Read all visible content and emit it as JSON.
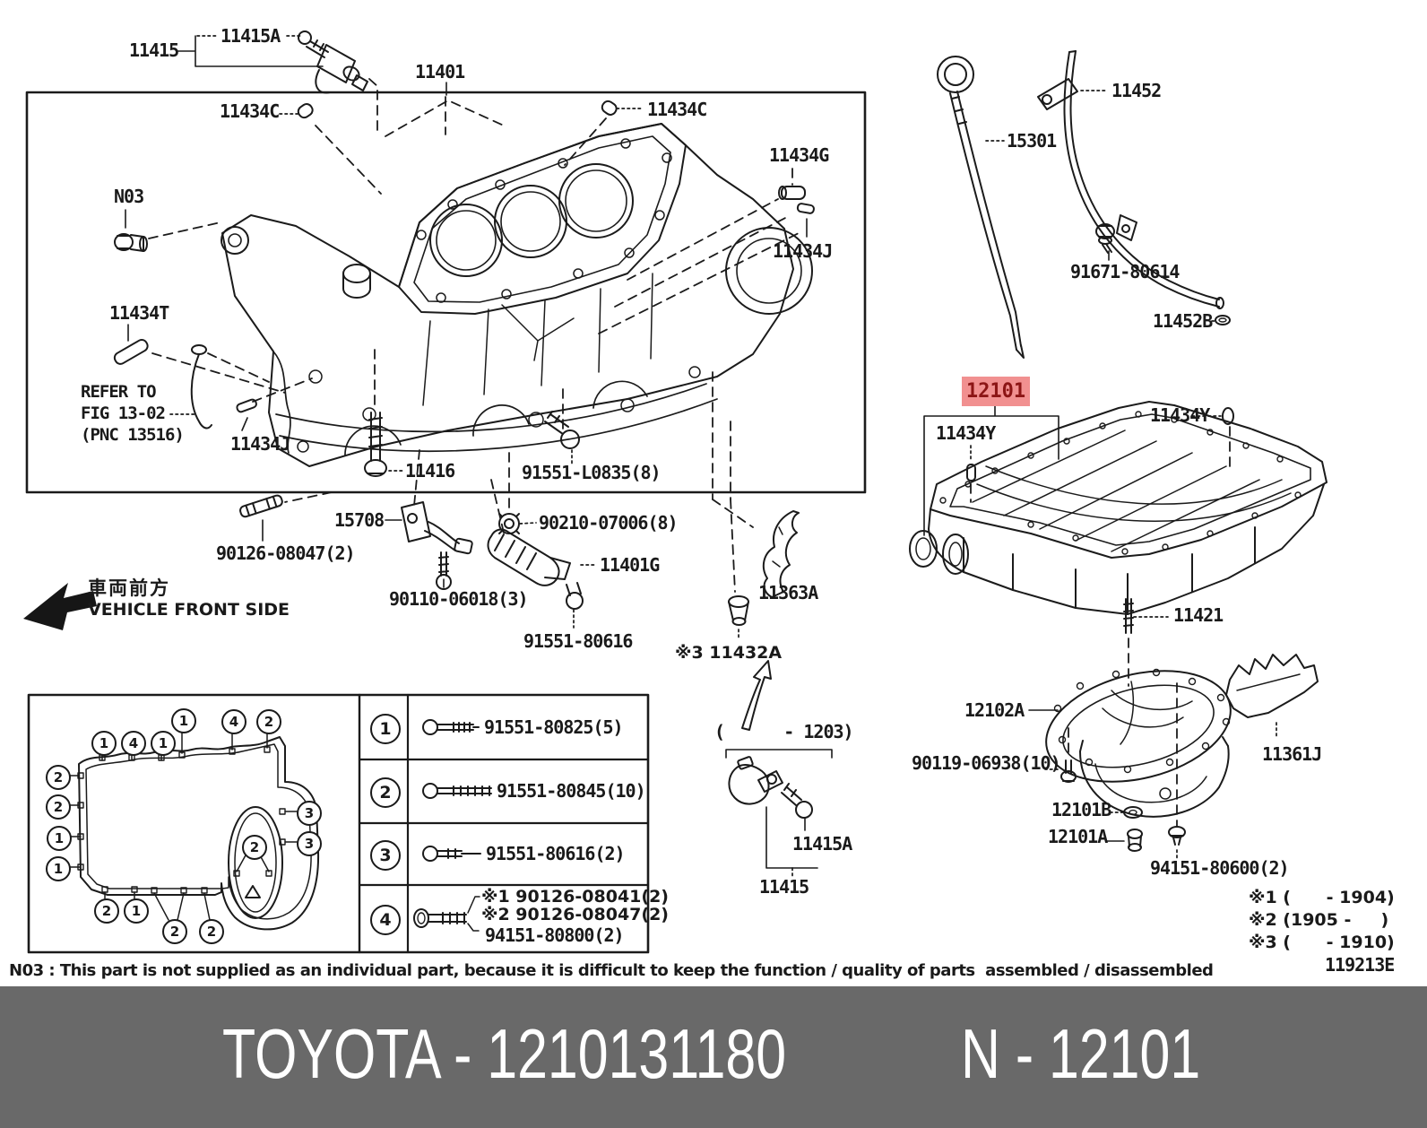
{
  "part_labels": {
    "p11415A_top": "11415A",
    "p11415_top": "11415",
    "p11401": "11401",
    "p11434C_left": "11434C",
    "p11434C_right": "11434C",
    "p11434G": "11434G",
    "p11434J_right": "11434J",
    "pN03": "N03",
    "p11434T": "11434T",
    "refer_line1": "REFER TO",
    "refer_line2": "FIG 13-02",
    "refer_line3": "(PNC 13516)",
    "p11434J_left": "11434J",
    "p11416": "11416",
    "p91551L0835": "91551-L0835(8)",
    "p90126_08047": "90126-08047(2)",
    "p15708": "15708",
    "p90210": "90210-07006(8)",
    "p11401G": "11401G",
    "p90110": "90110-06018(3)",
    "p91551_80616": "91551-80616",
    "p11363A": "11363A",
    "p11432A": "※3 11432A",
    "front_jp": "車両前方",
    "front_en": "VEHICLE FRONT SIDE",
    "p11452": "11452",
    "p15301": "15301",
    "p91671": "91671-80614",
    "p11452B": "11452B",
    "p12101": "12101",
    "p11434Y_left": "11434Y",
    "p11434Y_right": "11434Y",
    "p11421": "11421",
    "p12102A": "12102A",
    "p90119": "90119-06938(10)",
    "p11361J": "11361J",
    "p12101B": "12101B",
    "p12101A": "12101A",
    "p94151_80600": "94151-80600(2)",
    "range_1203": "(      - 1203)",
    "p11415A_bottom": "11415A",
    "p11415_bottom": "11415",
    "note1": "※1 (      - 1904)",
    "note2": "※2 (1905 -     )",
    "note3": "※3 (      - 1910)",
    "doc_code": "119213E"
  },
  "legend_table": {
    "rows": [
      {
        "num": "1",
        "part": "91551-80825(5)"
      },
      {
        "num": "2",
        "part": "91551-80845(10)"
      },
      {
        "num": "3",
        "part": "91551-80616(2)"
      },
      {
        "num": "4",
        "parts": [
          "※1 90126-08041(2)",
          "※2 90126-08047(2)",
          "94151-80800(2)"
        ]
      }
    ]
  },
  "gasket_callouts": [
    "1",
    "4",
    "1",
    "1",
    "4",
    "2",
    "2",
    "2",
    "1",
    "1",
    "2",
    "1",
    "2",
    "2",
    "3",
    "3",
    "2"
  ],
  "footer_note": "N03 : This part is not supplied as an individual part, because it is difficult to keep the function / quality of parts  assembled / disassembled",
  "banner": {
    "left": "TOYOTA - 1210131180",
    "right": "N - 12101",
    "bg": "#696969",
    "text_color": "#ffffff"
  },
  "highlight": {
    "bg": "#f19090",
    "text": "#8c1515"
  }
}
